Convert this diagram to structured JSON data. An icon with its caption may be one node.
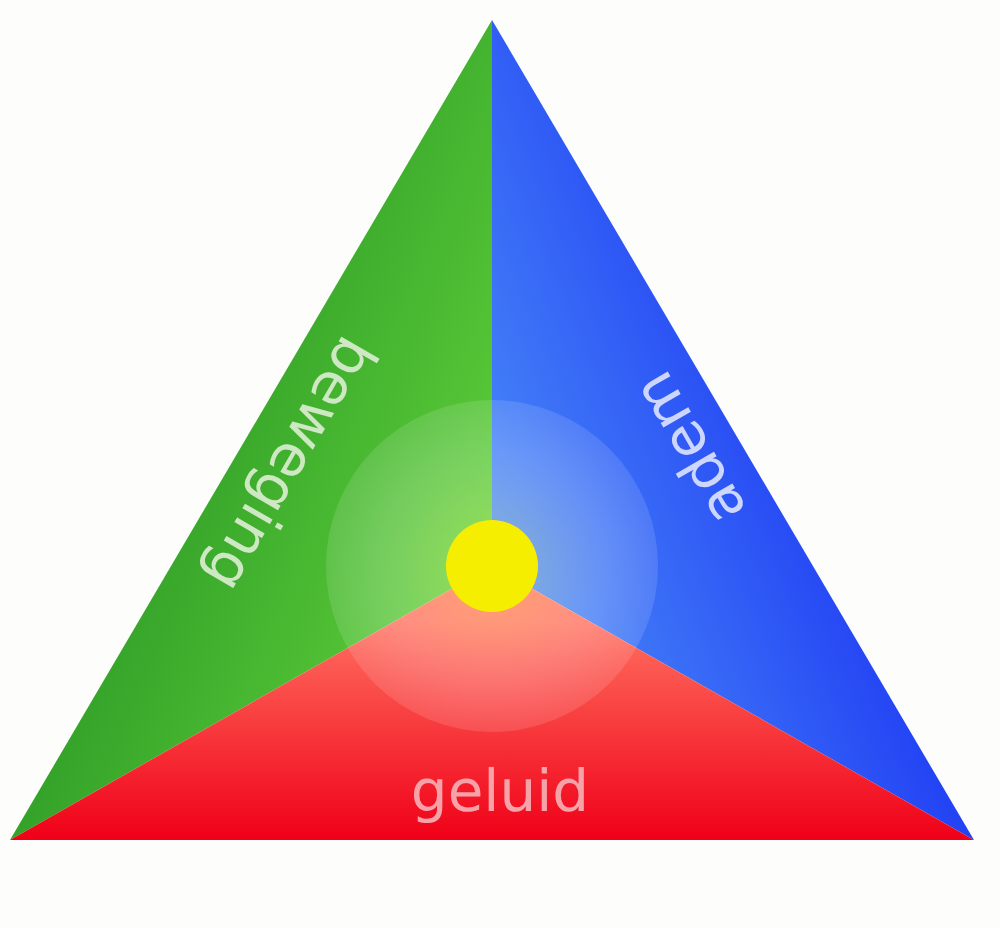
{
  "diagram": {
    "nodes": [
      {
        "text": [
          "beweging"
        ]
      },
      {
        "text": [
          "adem"
        ]
      },
      {
        "text": [
          "geluid"
        ]
      }
    ]
  }
}
